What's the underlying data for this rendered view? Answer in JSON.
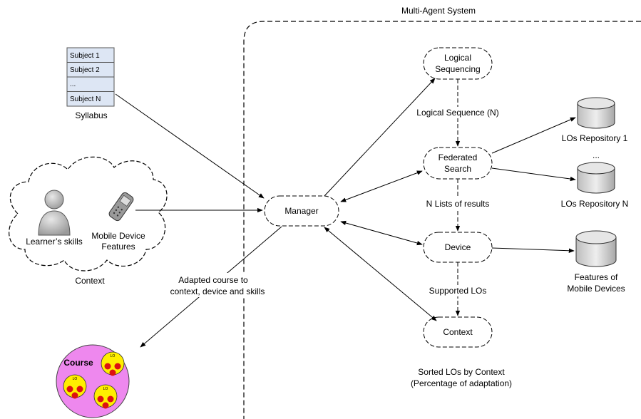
{
  "system": {
    "title": "Multi-Agent System"
  },
  "syllabus": {
    "items": [
      "Subject 1",
      "Subject 2",
      "...",
      "Subject N"
    ],
    "label": "Syllabus"
  },
  "context_cloud": {
    "learner_label": "Learner’s skills",
    "device_label_line1": "Mobile Device",
    "device_label_line2": "Features",
    "caption": "Context"
  },
  "agents": {
    "logical_line1": "Logical",
    "logical_line2": "Sequencing",
    "federated_line1": "Federated",
    "federated_line2": "Search",
    "manager": "Manager",
    "device": "Device",
    "context": "Context"
  },
  "repositories": {
    "repo1": "LOs Repository 1",
    "ellipsis": "...",
    "repoN": "LOs Repository N",
    "features_line1": "Features of",
    "features_line2": "Mobile Devices"
  },
  "flows": {
    "logical_sequence": "Logical Sequence (N)",
    "n_lists": "N Lists of results",
    "supported_los": "Supported LOs",
    "adapted_line1": "Adapted course to",
    "adapted_line2": "context, device and skills",
    "sorted_line1": "Sorted LOs by Context",
    "sorted_line2": "(Percentage of adaptation)"
  },
  "course": {
    "title": "Course",
    "lo_label": "LO"
  },
  "colors": {
    "agent_fill": "#ffffff",
    "syllabus_fill": "#dde6f4",
    "course_fill": "#ee88ee",
    "lo_fill": "#ffee00",
    "lo_dot": "#dd1111",
    "db_fill": "#d9d9d9",
    "person_fill": "#bfbfbf"
  }
}
